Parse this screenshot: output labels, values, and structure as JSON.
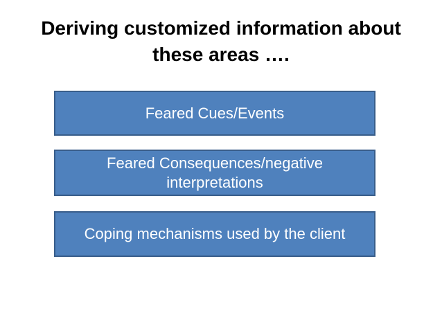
{
  "slide": {
    "title": {
      "line1": "Deriving customized information about",
      "line2": "these areas …."
    },
    "boxes": [
      {
        "label": "Feared Cues/Events"
      },
      {
        "label": "Feared Consequences/negative interpretations"
      },
      {
        "label": "Coping mechanisms used by the client"
      }
    ],
    "colors": {
      "background": "#ffffff",
      "title_text": "#000000",
      "box_fill": "#4f81bd",
      "box_border": "#385d8a",
      "box_text": "#ffffff"
    }
  }
}
